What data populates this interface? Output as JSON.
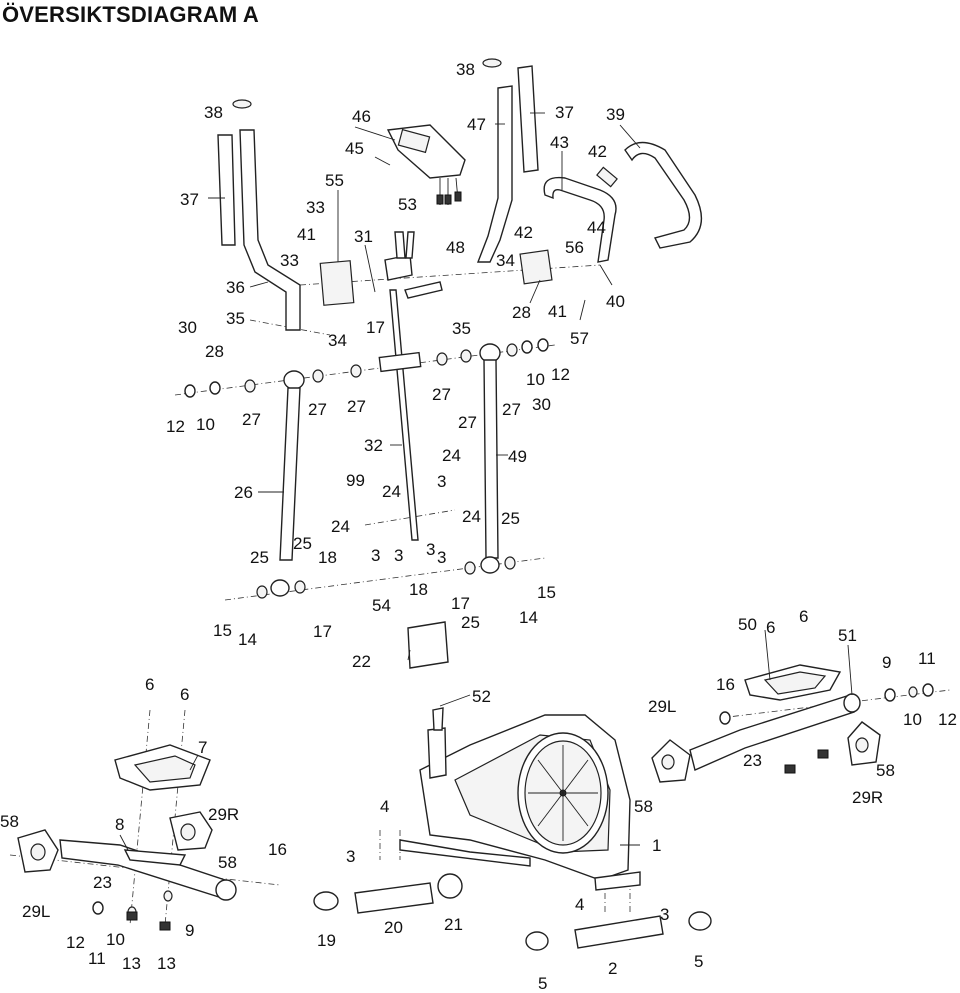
{
  "title": "ÖVERSIKTSDIAGRAM A",
  "labels": {
    "l1": "1",
    "l2": "2",
    "l3a": "3",
    "l3b": "3",
    "l3c": "3",
    "l3d": "3",
    "l3e": "3",
    "l3f": "3",
    "l3g": "3",
    "l4a": "4",
    "l4b": "4",
    "l5a": "5",
    "l5b": "5",
    "l6a": "6",
    "l6b": "6",
    "l6c": "6",
    "l6d": "6",
    "l7": "7",
    "l8": "8",
    "l9a": "9",
    "l9b": "9",
    "l10a": "10",
    "l10b": "10",
    "l10c": "10",
    "l10d": "10",
    "l11a": "11",
    "l11b": "11",
    "l12a": "12",
    "l12b": "12",
    "l12c": "12",
    "l12d": "12",
    "l13a": "13",
    "l13b": "13",
    "l14a": "14",
    "l14b": "14",
    "l15a": "15",
    "l15b": "15",
    "l16a": "16",
    "l16b": "16",
    "l17a": "17",
    "l17b": "17",
    "l17c": "17",
    "l18a": "18",
    "l18b": "18",
    "l19": "19",
    "l20": "20",
    "l21": "21",
    "l22": "22",
    "l23a": "23",
    "l23b": "23",
    "l24a": "24",
    "l24b": "24",
    "l24c": "24",
    "l24d": "24",
    "l25a": "25",
    "l25b": "25",
    "l25c": "25",
    "l25d": "25",
    "l26": "26",
    "l27a": "27",
    "l27b": "27",
    "l27c": "27",
    "l27d": "27",
    "l27e": "27",
    "l27f": "27",
    "l28a": "28",
    "l28b": "28",
    "l29La": "29L",
    "l29Lb": "29L",
    "l29Ra": "29R",
    "l29Rb": "29R",
    "l30a": "30",
    "l30b": "30",
    "l31": "31",
    "l32": "32",
    "l33a": "33",
    "l33b": "33",
    "l34a": "34",
    "l34b": "34",
    "l35a": "35",
    "l35b": "35",
    "l36": "36",
    "l37a": "37",
    "l37b": "37",
    "l38a": "38",
    "l38b": "38",
    "l39": "39",
    "l40": "40",
    "l41a": "41",
    "l41b": "41",
    "l42a": "42",
    "l42b": "42",
    "l43": "43",
    "l44": "44",
    "l45": "45",
    "l46": "46",
    "l47": "47",
    "l48": "48",
    "l49": "49",
    "l50": "50",
    "l51": "51",
    "l52": "52",
    "l53": "53",
    "l54": "54",
    "l55": "55",
    "l56": "56",
    "l57": "57",
    "l58a": "58",
    "l58b": "58",
    "l58c": "58",
    "l58d": "58",
    "l99": "99"
  }
}
